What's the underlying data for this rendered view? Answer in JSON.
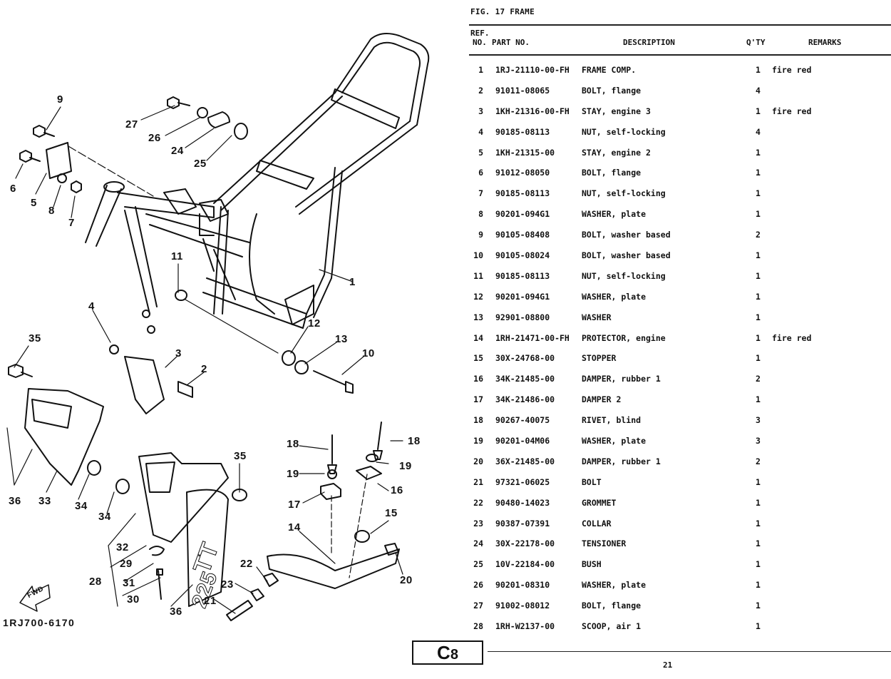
{
  "figure": {
    "title": "FIG. 17  FRAME",
    "diagram_code": "1RJ700-6170",
    "fwd_label": "FWD",
    "decal_text": [
      "TT",
      "225"
    ],
    "callouts": [
      "1",
      "2",
      "3",
      "4",
      "5",
      "6",
      "7",
      "8",
      "9",
      "10",
      "11",
      "12",
      "13",
      "14",
      "15",
      "16",
      "17",
      "18",
      "18",
      "19",
      "19",
      "20",
      "21",
      "22",
      "23",
      "24",
      "25",
      "26",
      "27",
      "28",
      "29",
      "30",
      "31",
      "32",
      "33",
      "34",
      "34",
      "35",
      "35",
      "36",
      "36"
    ]
  },
  "table": {
    "headers": {
      "ref_line1": "REF.",
      "ref_line2": "NO.",
      "part_no": "PART NO.",
      "description": "DESCRIPTION",
      "qty": "Q'TY",
      "remarks": "REMARKS"
    },
    "rows": [
      {
        "ref": "1",
        "part": "1RJ-21110-00-FH",
        "desc": "FRAME COMP.",
        "qty": "1",
        "remarks": "fire red"
      },
      {
        "ref": "2",
        "part": "91011-08065",
        "desc": "BOLT, flange",
        "qty": "4",
        "remarks": ""
      },
      {
        "ref": "3",
        "part": "1KH-21316-00-FH",
        "desc": "STAY, engine 3",
        "qty": "1",
        "remarks": "fire red"
      },
      {
        "ref": "4",
        "part": "90185-08113",
        "desc": "NUT, self-locking",
        "qty": "4",
        "remarks": ""
      },
      {
        "ref": "5",
        "part": "1KH-21315-00",
        "desc": "STAY, engine 2",
        "qty": "1",
        "remarks": ""
      },
      {
        "ref": "6",
        "part": "91012-08050",
        "desc": "BOLT, flange",
        "qty": "1",
        "remarks": ""
      },
      {
        "ref": "7",
        "part": "90185-08113",
        "desc": "NUT, self-locking",
        "qty": "1",
        "remarks": ""
      },
      {
        "ref": "8",
        "part": "90201-094G1",
        "desc": "WASHER, plate",
        "qty": "1",
        "remarks": ""
      },
      {
        "ref": "9",
        "part": "90105-08408",
        "desc": "BOLT, washer based",
        "qty": "2",
        "remarks": ""
      },
      {
        "ref": "10",
        "part": "90105-08024",
        "desc": "BOLT, washer based",
        "qty": "1",
        "remarks": ""
      },
      {
        "ref": "11",
        "part": "90185-08113",
        "desc": "NUT, self-locking",
        "qty": "1",
        "remarks": ""
      },
      {
        "ref": "12",
        "part": "90201-094G1",
        "desc": "WASHER, plate",
        "qty": "1",
        "remarks": ""
      },
      {
        "ref": "13",
        "part": "92901-08800",
        "desc": "WASHER",
        "qty": "1",
        "remarks": ""
      },
      {
        "ref": "14",
        "part": "1RH-21471-00-FH",
        "desc": "PROTECTOR, engine",
        "qty": "1",
        "remarks": "fire red"
      },
      {
        "ref": "15",
        "part": "30X-24768-00",
        "desc": "STOPPER",
        "qty": "1",
        "remarks": ""
      },
      {
        "ref": "16",
        "part": "34K-21485-00",
        "desc": "DAMPER, rubber 1",
        "qty": "2",
        "remarks": ""
      },
      {
        "ref": "17",
        "part": "34K-21486-00",
        "desc": "DAMPER 2",
        "qty": "1",
        "remarks": ""
      },
      {
        "ref": "18",
        "part": "90267-40075",
        "desc": "RIVET, blind",
        "qty": "3",
        "remarks": ""
      },
      {
        "ref": "19",
        "part": "90201-04M06",
        "desc": "WASHER, plate",
        "qty": "3",
        "remarks": ""
      },
      {
        "ref": "20",
        "part": "36X-21485-00",
        "desc": "DAMPER, rubber 1",
        "qty": "2",
        "remarks": ""
      },
      {
        "ref": "21",
        "part": "97321-06025",
        "desc": "BOLT",
        "qty": "1",
        "remarks": ""
      },
      {
        "ref": "22",
        "part": "90480-14023",
        "desc": "GROMMET",
        "qty": "1",
        "remarks": ""
      },
      {
        "ref": "23",
        "part": "90387-07391",
        "desc": "COLLAR",
        "qty": "1",
        "remarks": ""
      },
      {
        "ref": "24",
        "part": "30X-22178-00",
        "desc": "TENSIONER",
        "qty": "1",
        "remarks": ""
      },
      {
        "ref": "25",
        "part": "10V-22184-00",
        "desc": "BUSH",
        "qty": "1",
        "remarks": ""
      },
      {
        "ref": "26",
        "part": "90201-08310",
        "desc": "WASHER, plate",
        "qty": "1",
        "remarks": ""
      },
      {
        "ref": "27",
        "part": "91002-08012",
        "desc": "BOLT, flange",
        "qty": "1",
        "remarks": ""
      },
      {
        "ref": "28",
        "part": "1RH-W2137-00",
        "desc": "SCOOP, air 1",
        "qty": "1",
        "remarks": ""
      }
    ]
  },
  "footer": {
    "section_letter": "C",
    "section_number": "8",
    "page_number": "21"
  }
}
